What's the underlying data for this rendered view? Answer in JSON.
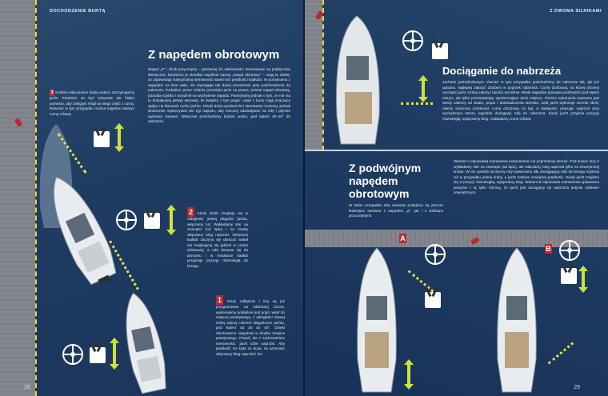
{
  "left_page": {
    "section_label": "DOCHODZENIE BURTĄ",
    "page_number": "28",
    "title": "Z napędem obrotowym",
    "intro": "Napęd „Z” i silnik przyczepny – porównaj ich właściwości manewrowe są praktycznie identyczne, będziemy je określać wspólnie nazwą „napęd obrotowy” – mają tę zaletę, że zapewniają maksymalną sterowność nawet bez prędkości kadłuba. W porównaniu z napędem na linie wału, nie wymagają tak dużej przestrzeni przy podchodzeniu do nabrzeża. Podejście przez cofanie przechyla jacht na prawo, jednak napęd obrotowy, pozwala szybko i wyraźnie na wychylenie napędu. Pamiętajmy jednak o tym, że nie ma tu dodatkowej płetwy sterowej. W związku z tym prądy i wiatr z burty mają znaczący wpływ na kierunek ruchu jachtu. Dzięki dużej powierzchni sterowania możemy jednak skutecznie wykorzystać ten typ napędu, aby mocniej oddziaływać na rufę i płynnie wykonać manewr. Wówczas podchodzimy bardzo wolno, pod kątem 30–40° do nabrzeża.",
    "step1": {
      "num": "1",
      "text": "Kiedy odbijacze i liny są już przygotowane na właściwej burcie, wykonujemy podejście pod prąd i wiatr do miejsca postojowego, z odległości równej mniej więcej czterem długościom jachtu, pod kątem od 30 do 40°. Dzięki obrotowemu napędowi w środku miejsca postojowego. Powoli, ale z zachowaniem sterowności, jacht idzie naprzód. Aby prędkość nie była za duża, na przemian włączamy bieg naprzód i luz."
    },
    "step2": {
      "num": "2",
      "text": "Kiedy dziób znajduje się w odległości jednej długości jachtu, włączamy luz. Wykładamy ster na zewnątrz (od lądu) i na chwilę włączamy bieg naprzód. Wówczas kadłub zaczyna się obracać wokół osi znajdującej się gdzieś w części dziobowej, a rufa dosuwa się do pomostu i w rezultacie kadłub przyjmuje pozycję równoległą do brzegu."
    },
    "step3": {
      "num": "3",
      "text": "Krótkim włączeniem śruby wstecz zatrzymujemy jacht. Powinien on być wówczas tak blisko pomostu, aby załogant mógł na niego zejść z cumą. Również w tym przypadku można najpierw założyć cumę rufową."
    }
  },
  "right_page": {
    "section_label": "Z DWOMA SILNIKAMI",
    "page_number": "29",
    "title1": "Dociąganie do nabrzeża",
    "para1": "Jachtem jednośrubowym również w tym przypadku podchodzimy do nabrzeża tak, jak już opisano. Najlepiej założyć dziobem w poprzek nabrzeża. Cumę dziobową, na której chcemy zaczepić jacht, trzeba założyć bardzo wcześnie. Wiele napędów pozwala podchodzić pod kątem ostrym, ale tylko pozostawiając wystarczająco dużo miejsca. Poziom wykonania manewru jest wtedy zależny od wiatru, prądu i doświadczenia sternika. Jeśli jacht wykonuje szeroki obrót, należy wówczas przekazać cumę dziobową na ląd, a następnie, pracując naprzód przy wychylonym sterze, łagodnie dociągnąć rufę do nabrzeża. Kiedy jacht przyjmie pozycję równoległą, wyłączamy bieg i zakładamy cumę rufową.",
    "title2": "Z podwójnym napędem obrotowym",
    "para2": "W takim przypadku oba warianty podejścia są jeszcze łatwiejsze zarówno z napędem „Z”, jak i z silnikami przyczepnymi.",
    "para3": "Wariant A odpowiada manewrowi pokazanemu na poprzedniej stronie. Pod koniec fazy 2 wykładamy ster na zewnątrz (od lądu), ale włączamy bieg naprzód tylko na zewnętrznej śrubie. W ten sposób od strony rufy wywieramy siłę dociągającą rufę do brzegu szybciej niż w przypadku jednej śruby, a jacht nabiera mniejszej prędkości. Kiedy jacht znajdzie się w pozycji równoległej, wyłączamy bieg. Wariant B odpowiada manewrowi opisanemu powyżej z tą tylko różnicą, że jacht jest dociągany do nabrzeża jedynie silnikiem zewnętrznym.",
    "variant_a": "A",
    "variant_b": "B"
  },
  "colors": {
    "accent": "#c0262b",
    "arrow": "#cfe23a",
    "water": "#1e3c62"
  },
  "icons": [
    "steering-wheel-icon",
    "throttle-icon",
    "double-arrow-icon"
  ]
}
